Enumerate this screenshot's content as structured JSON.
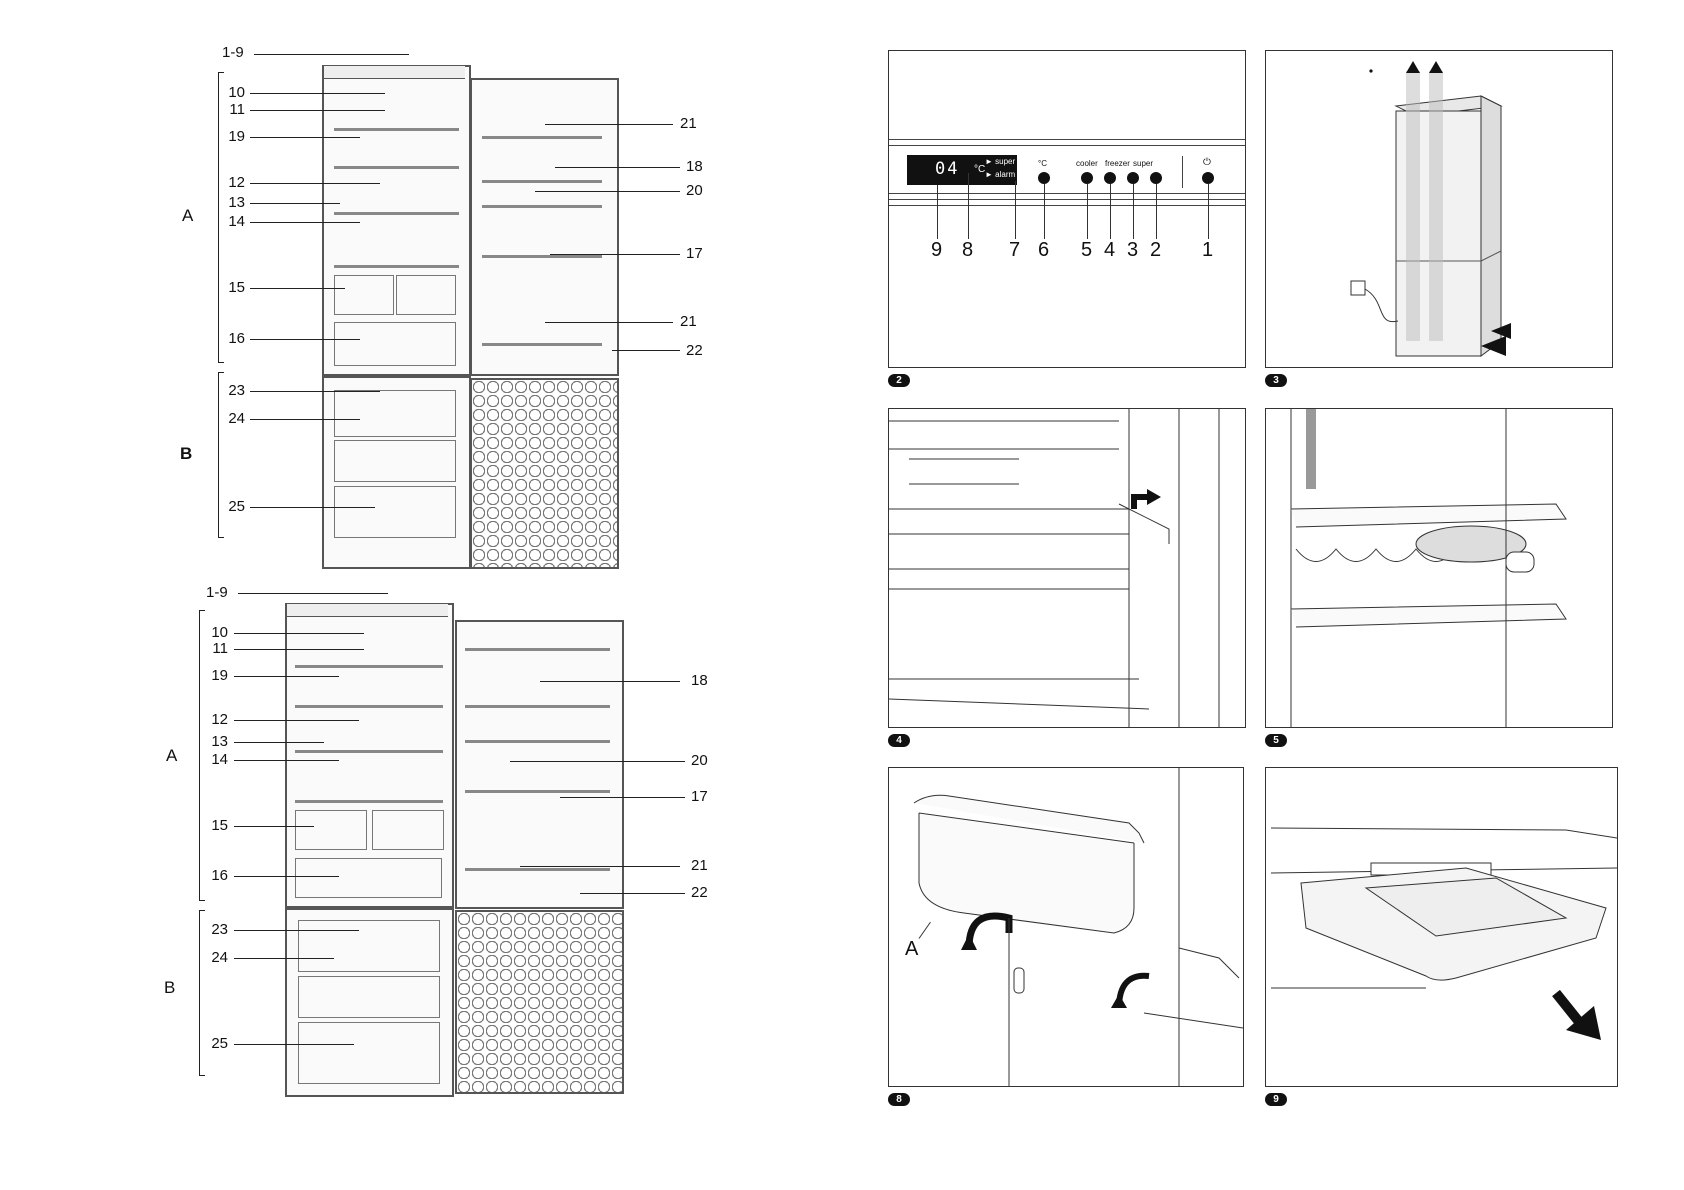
{
  "diagram_top": {
    "label_top": "1-9",
    "labels_left": [
      "10",
      "11",
      "19",
      "12",
      "13",
      "14",
      "15",
      "16",
      "23",
      "24",
      "25"
    ],
    "labels_right": [
      "21",
      "18",
      "20",
      "17",
      "21",
      "22"
    ],
    "section_a": "A",
    "section_b": "B"
  },
  "diagram_bottom": {
    "label_top": "1-9",
    "labels_left": [
      "10",
      "11",
      "19",
      "12",
      "13",
      "14",
      "15",
      "16",
      "23",
      "24",
      "25"
    ],
    "labels_right": [
      "18",
      "20",
      "17",
      "21",
      "22"
    ],
    "section_a": "A",
    "section_b": "B"
  },
  "control_panel": {
    "display": "04",
    "unit": "°C",
    "indicator_super": "► super",
    "indicator_alarm": "► alarm",
    "button_labels": [
      "°C",
      "cooler",
      "freezer",
      "super",
      "⏻"
    ],
    "numbers": [
      "9",
      "8",
      "7",
      "6",
      "5",
      "4",
      "3",
      "2",
      "1"
    ]
  },
  "figures": {
    "fig2": "2",
    "fig3": "3",
    "fig4": "4",
    "fig5": "5",
    "fig8": "8",
    "fig9": "9",
    "fig8_label": "A"
  }
}
